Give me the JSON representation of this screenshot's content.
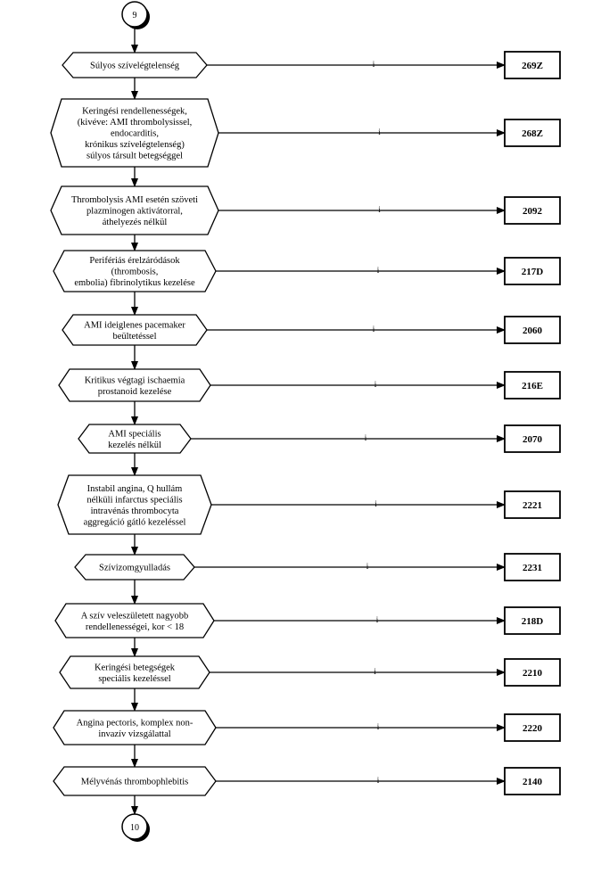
{
  "connectors": {
    "top": "9",
    "bottom": "10"
  },
  "yes_mark": "i",
  "steps": [
    {
      "lines": [
        "Súlyos szívelégtelenség"
      ],
      "code": "269Z"
    },
    {
      "lines": [
        "Keringési rendellenességek,",
        "(kivéve: AMI thrombolysissel,",
        "endocarditis,",
        "krónikus szívelégtelenség)",
        "súlyos társult betegséggel"
      ],
      "code": "268Z"
    },
    {
      "lines": [
        "Thrombolysis AMI esetén szöveti",
        "plazminogen aktivátorral,",
        "áthelyezés nélkül"
      ],
      "code": "2092"
    },
    {
      "lines": [
        "Perifériás érelzáródások",
        "(thrombosis,",
        "embolia) fibrinolytikus kezelése"
      ],
      "code": "217D"
    },
    {
      "lines": [
        "AMI  ideiglenes pacemaker",
        "beültetéssel"
      ],
      "code": "2060"
    },
    {
      "lines": [
        "Kritikus végtagi ischaemia",
        "prostanoid kezelése"
      ],
      "code": "216E"
    },
    {
      "lines": [
        "AMI speciális",
        "kezelés nélkül"
      ],
      "code": "2070"
    },
    {
      "lines": [
        "Instabil angina, Q hullám",
        "nélküli infarctus speciális",
        "intravénás thrombocyta",
        "aggregáció gátló kezeléssel"
      ],
      "code": "2221"
    },
    {
      "lines": [
        "Szívizomgyulladás"
      ],
      "code": "2231"
    },
    {
      "lines": [
        "A szív veleszületett nagyobb",
        "rendellenességei, kor < 18"
      ],
      "code": "218D"
    },
    {
      "lines": [
        "Keringési betegségek",
        "speciális kezeléssel"
      ],
      "code": "2210"
    },
    {
      "lines": [
        "Angina pectoris, komplex non-",
        "invazív vizsgálattal"
      ],
      "code": "2220"
    },
    {
      "lines": [
        "Mélyvénás thrombophlebitis"
      ],
      "code": "2140"
    }
  ]
}
